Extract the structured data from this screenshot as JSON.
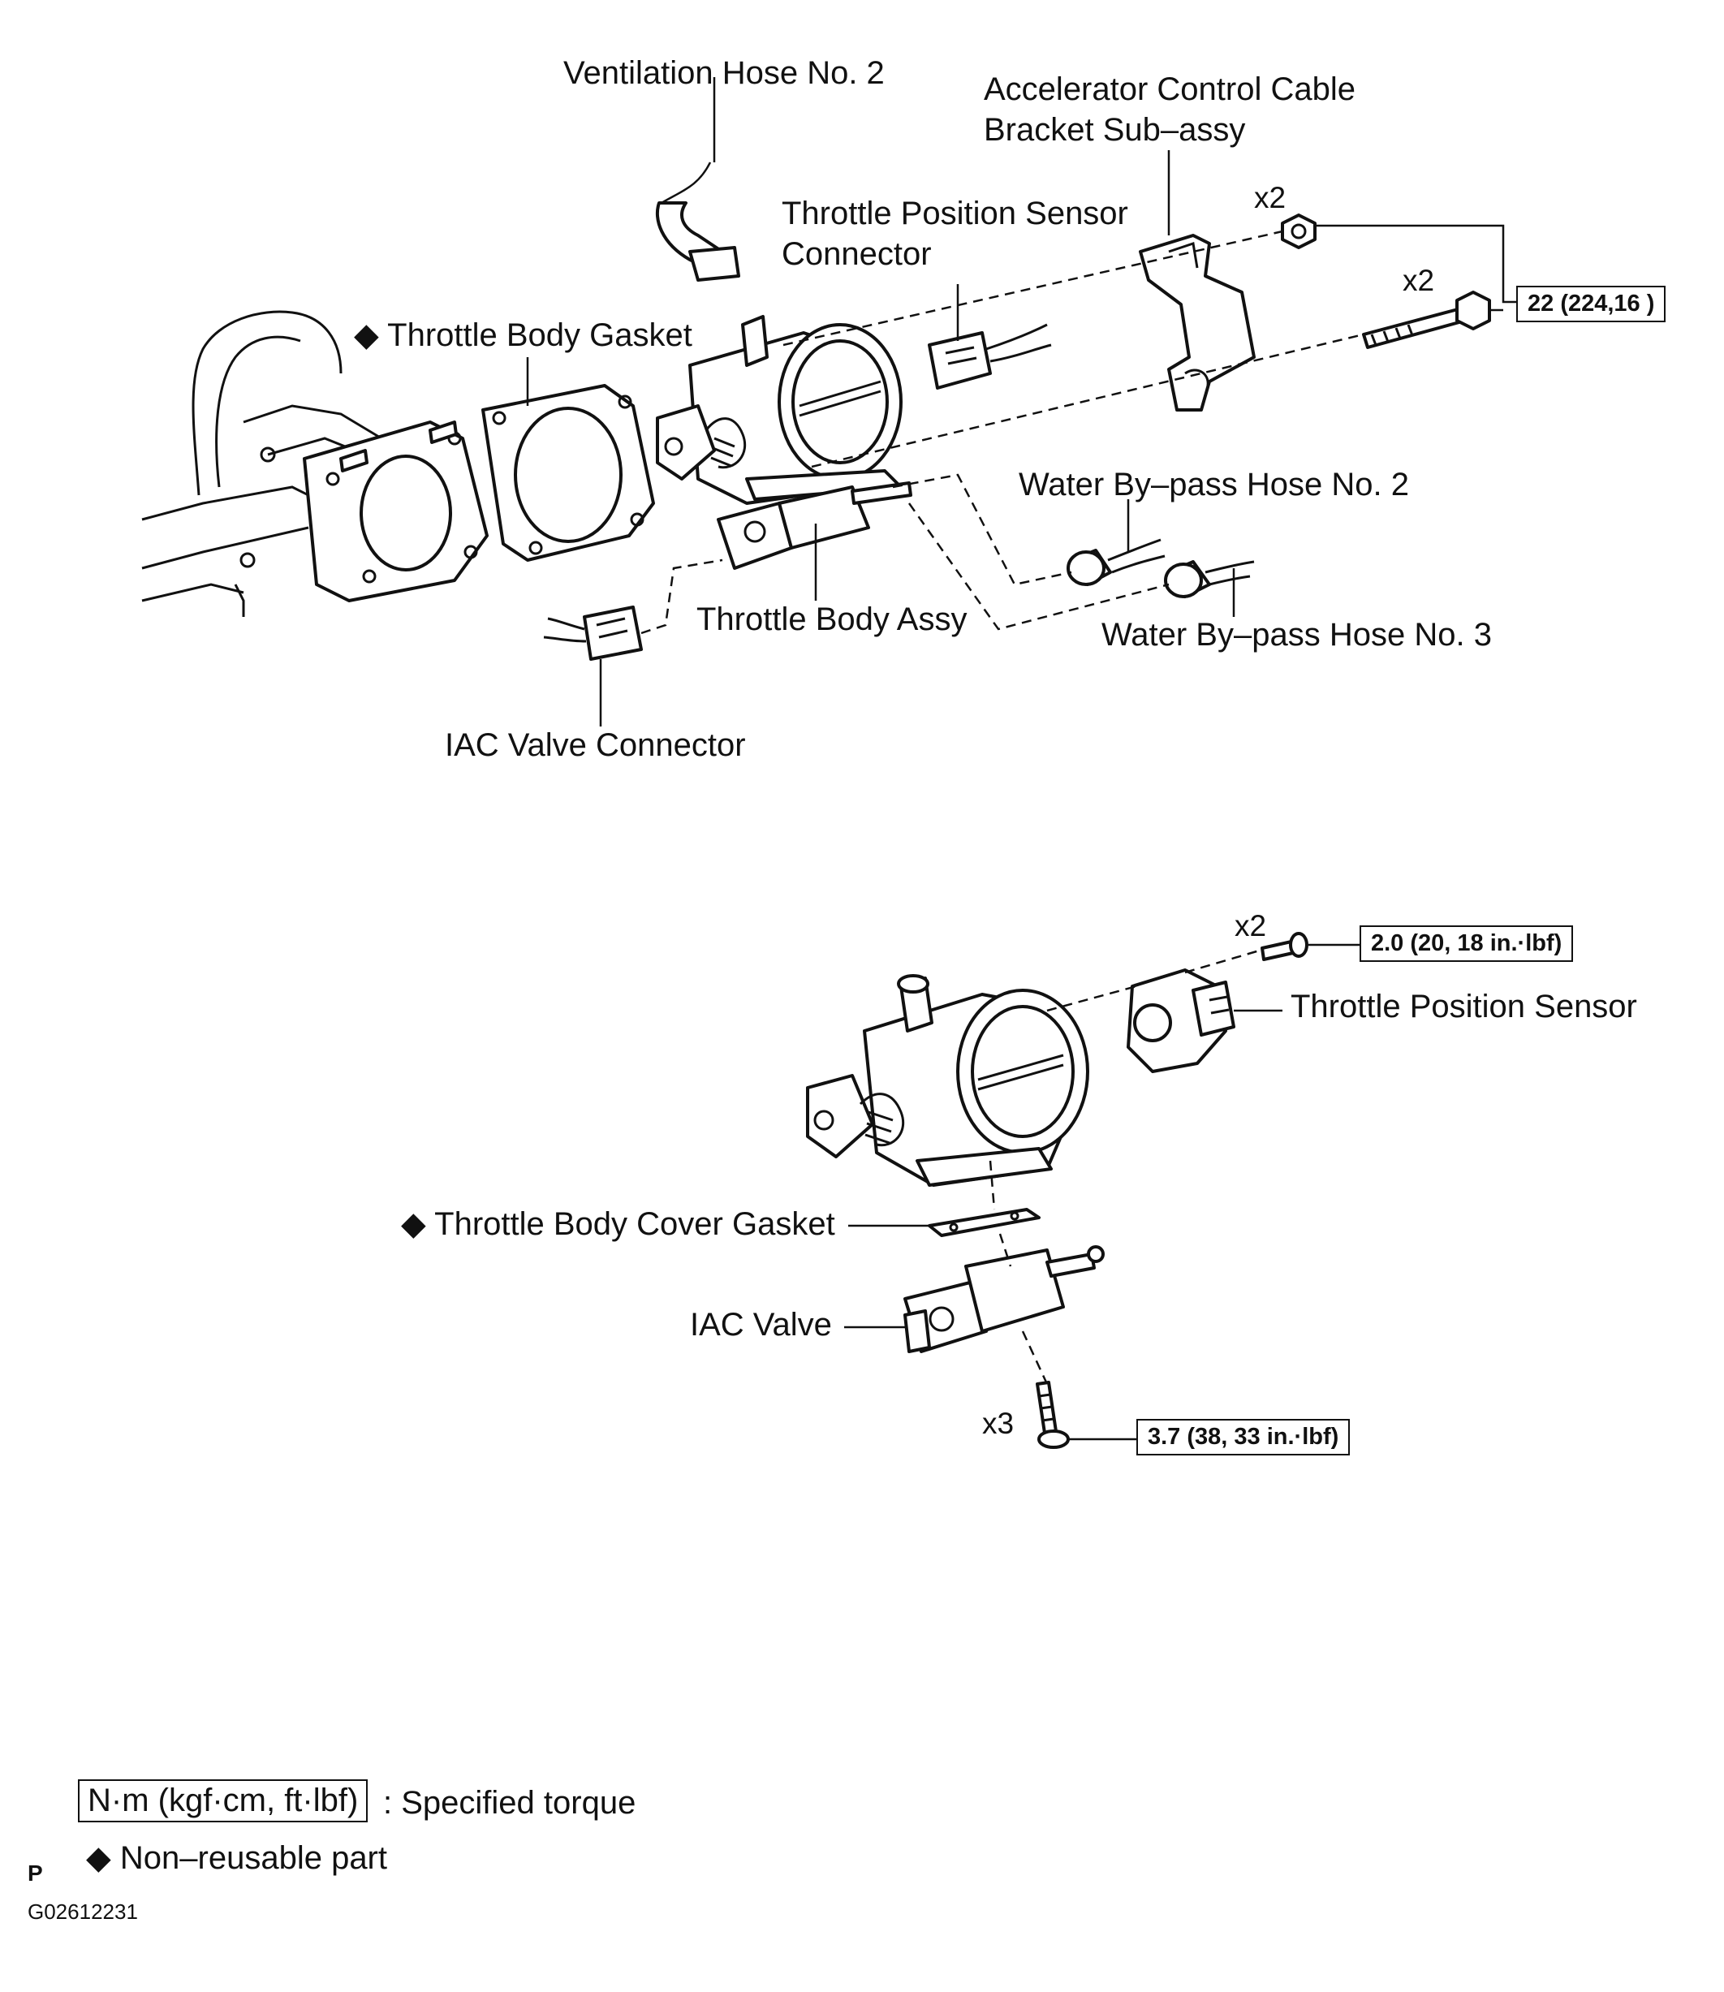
{
  "labels": {
    "ventilation_hose": "Ventilation Hose No. 2",
    "accel_bracket_line1": "Accelerator Control Cable",
    "accel_bracket_line2": "Bracket Sub–assy",
    "tps_connector_line1": "Throttle Position Sensor",
    "tps_connector_line2": "Connector",
    "throttle_body_gasket": "Throttle Body Gasket",
    "water_hose_2": "Water By–pass Hose No. 2",
    "water_hose_3": "Water By–pass Hose No. 3",
    "throttle_body_assy": "Throttle Body Assy",
    "iac_valve_connector": "IAC Valve Connector",
    "throttle_position_sensor": "Throttle Position Sensor",
    "throttle_body_cover_gasket": "Throttle Body Cover Gasket",
    "iac_valve": "IAC Valve"
  },
  "quantities": {
    "bracket_nut": "x2",
    "bracket_bolt": "x2",
    "tps_screw": "x2",
    "iac_screw": "x3"
  },
  "torques": {
    "bracket": "22 (224,16 )",
    "tps": "2.0 (20, 18 in.·lbf)",
    "iac": "3.7 (38, 33 in.·lbf)"
  },
  "legend": {
    "torque_unit": "N·m (kgf·cm, ft·lbf)",
    "torque_text": ": Specified torque",
    "nonreusable_text": "Non–reusable part"
  },
  "symbols": {
    "nonreusable": "◆"
  },
  "footer": {
    "letter": "P",
    "code": "G02612231"
  }
}
